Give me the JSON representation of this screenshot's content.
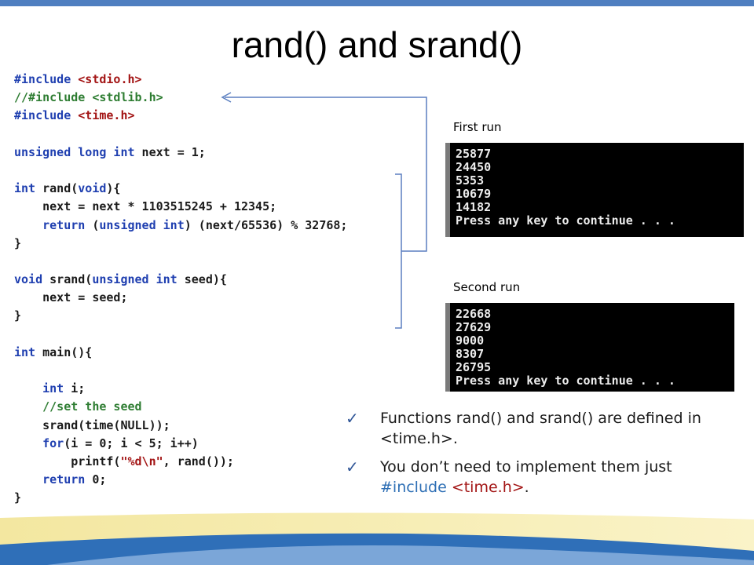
{
  "title": "rand() and srand()",
  "code_lines": [
    [
      {
        "t": "#include ",
        "c": "kw"
      },
      {
        "t": "<stdio.h>",
        "c": "str"
      }
    ],
    [
      {
        "t": "//#include <stdlib.h>",
        "c": "cm"
      }
    ],
    [
      {
        "t": "#include ",
        "c": "kw"
      },
      {
        "t": "<time.h>",
        "c": "str"
      }
    ],
    [],
    [
      {
        "t": "unsigned long int",
        "c": "kw"
      },
      {
        "t": " next = 1;",
        "c": ""
      }
    ],
    [],
    [
      {
        "t": "int",
        "c": "kw"
      },
      {
        "t": " rand(",
        "c": ""
      },
      {
        "t": "void",
        "c": "kw"
      },
      {
        "t": "){",
        "c": ""
      }
    ],
    [
      {
        "t": "    next = next * 1103515245 + 12345;",
        "c": ""
      }
    ],
    [
      {
        "t": "    ",
        "c": ""
      },
      {
        "t": "return",
        "c": "kw"
      },
      {
        "t": " (",
        "c": ""
      },
      {
        "t": "unsigned int",
        "c": "kw"
      },
      {
        "t": ") (next/65536) % 32768;",
        "c": ""
      }
    ],
    [
      {
        "t": "}",
        "c": ""
      }
    ],
    [],
    [
      {
        "t": "void",
        "c": "kw"
      },
      {
        "t": " srand(",
        "c": ""
      },
      {
        "t": "unsigned int",
        "c": "kw"
      },
      {
        "t": " seed){",
        "c": ""
      }
    ],
    [
      {
        "t": "    next = seed;",
        "c": ""
      }
    ],
    [
      {
        "t": "}",
        "c": ""
      }
    ],
    [],
    [
      {
        "t": "int",
        "c": "kw"
      },
      {
        "t": " main(){",
        "c": ""
      }
    ],
    [],
    [
      {
        "t": "    ",
        "c": ""
      },
      {
        "t": "int",
        "c": "kw"
      },
      {
        "t": " i;",
        "c": ""
      }
    ],
    [
      {
        "t": "    //set the seed",
        "c": "cm"
      }
    ],
    [
      {
        "t": "    srand(time(NULL));",
        "c": ""
      }
    ],
    [
      {
        "t": "    ",
        "c": ""
      },
      {
        "t": "for",
        "c": "kw"
      },
      {
        "t": "(i = 0; i < 5; i++)",
        "c": ""
      }
    ],
    [
      {
        "t": "        printf(",
        "c": ""
      },
      {
        "t": "\"%d\\n\"",
        "c": "str"
      },
      {
        "t": ", rand());",
        "c": ""
      }
    ],
    [
      {
        "t": "    ",
        "c": ""
      },
      {
        "t": "return",
        "c": "kw"
      },
      {
        "t": " 0;",
        "c": ""
      }
    ],
    [
      {
        "t": "}",
        "c": ""
      }
    ]
  ],
  "runs": {
    "first": {
      "label": "First run",
      "output": "25877\n24450\n5353\n10679\n14182\nPress any key to continue . . ."
    },
    "second": {
      "label": "Second run",
      "output": "22668\n27629\n9000\n8307\n26795\nPress any key to continue . . ."
    }
  },
  "bullets": {
    "b1_text": "Functions rand() and srand() are defined in <time.h>.",
    "b2_prefix": "You don’t need to implement them just ",
    "b2_include_kw": "#include",
    "b2_header": "<time.h>",
    "b2_suffix": "."
  },
  "colors": {
    "accent_blue": "#4f7fc0",
    "keyword": "#1f3fb0",
    "string": "#a31515",
    "comment": "#2e7d32",
    "checkmark": "#2f5597",
    "console_bg": "#000000"
  },
  "icons": {
    "bullet": "checkmark-icon"
  }
}
